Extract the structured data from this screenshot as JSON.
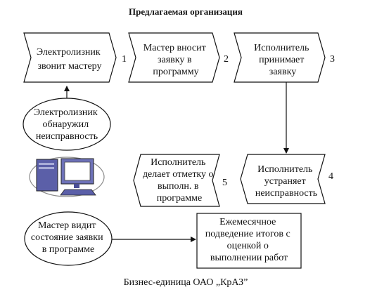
{
  "title": "Предлагаемая организация",
  "steps": [
    {
      "number": "1",
      "lines": [
        "Электролизник",
        "звонит мастеру"
      ]
    },
    {
      "number": "2",
      "lines": [
        "Мастер вносит",
        "заявку в",
        "программу"
      ]
    },
    {
      "number": "3",
      "lines": [
        "Исполнитель",
        "принимает",
        "заявку"
      ]
    },
    {
      "number": "4",
      "lines": [
        "Исполнитель",
        "устраняет",
        "неисправность"
      ]
    },
    {
      "number": "5",
      "lines": [
        "Исполнитель",
        "делает отметку о",
        "выполн. в",
        "программе"
      ]
    }
  ],
  "events": [
    {
      "lines": [
        "Электролизник",
        "обнаружил",
        "неисправность"
      ]
    },
    {
      "lines": [
        "Мастер видит",
        "состояние заявки",
        "в программе"
      ]
    }
  ],
  "report": {
    "lines": [
      "Ежемесячное",
      "подведение итогов с",
      "оценкой о",
      "выполнении работ"
    ]
  },
  "caption": "Бизнес-единица ОАО „КрАЗ”",
  "computer_icon": "desktop-computer-icon"
}
